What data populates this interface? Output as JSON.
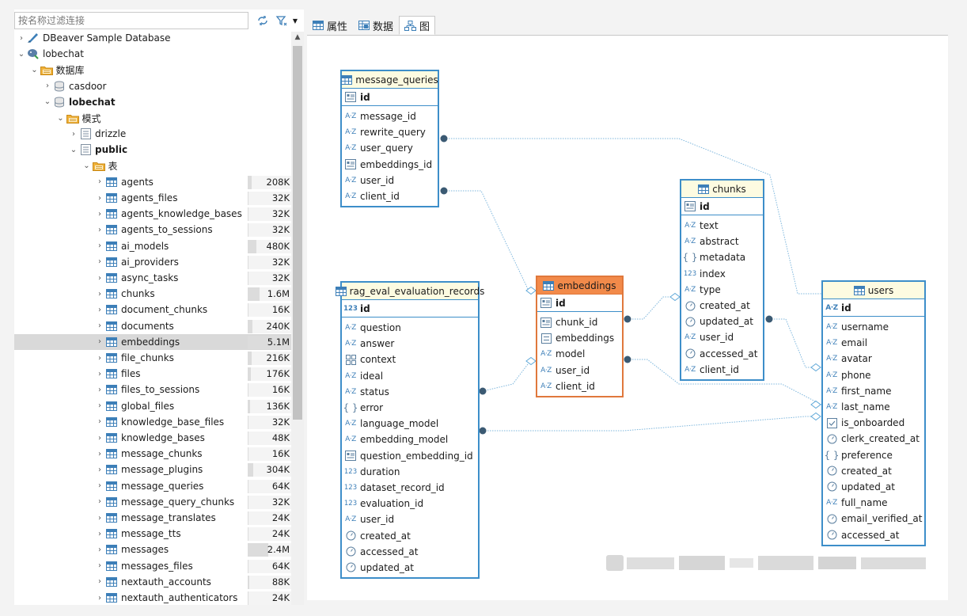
{
  "navigator": {
    "filter_placeholder": "按名称过滤连接",
    "tree": [
      {
        "depth": 0,
        "label": "DBeaver Sample Database",
        "icon": "dbeaver-sample-icon",
        "expanded": false,
        "bold": false
      },
      {
        "depth": 0,
        "label": "lobechat",
        "icon": "postgres-connection-icon",
        "expanded": true,
        "bold": false
      },
      {
        "depth": 1,
        "label": "数据库",
        "icon": "folder-icon",
        "expanded": true,
        "bold": false
      },
      {
        "depth": 2,
        "label": "casdoor",
        "icon": "database-icon",
        "expanded": false,
        "bold": false
      },
      {
        "depth": 2,
        "label": "lobechat",
        "icon": "database-icon",
        "expanded": true,
        "bold": true
      },
      {
        "depth": 3,
        "label": "模式",
        "icon": "folder-icon",
        "expanded": true,
        "bold": false
      },
      {
        "depth": 4,
        "label": "drizzle",
        "icon": "schema-icon",
        "expanded": false,
        "bold": false
      },
      {
        "depth": 4,
        "label": "public",
        "icon": "schema-icon",
        "expanded": true,
        "bold": true
      },
      {
        "depth": 5,
        "label": "表",
        "icon": "folder-icon",
        "expanded": true,
        "bold": false
      }
    ],
    "tables": [
      {
        "name": "agents",
        "size": "208K",
        "fill": 0.09
      },
      {
        "name": "agents_files",
        "size": "32K",
        "fill": 0.014
      },
      {
        "name": "agents_knowledge_bases",
        "size": "32K",
        "fill": 0.014
      },
      {
        "name": "agents_to_sessions",
        "size": "32K",
        "fill": 0.014
      },
      {
        "name": "ai_models",
        "size": "480K",
        "fill": 0.2
      },
      {
        "name": "ai_providers",
        "size": "32K",
        "fill": 0.014
      },
      {
        "name": "async_tasks",
        "size": "32K",
        "fill": 0.014
      },
      {
        "name": "chunks",
        "size": "1.6M",
        "fill": 0.28
      },
      {
        "name": "document_chunks",
        "size": "16K",
        "fill": 0.007
      },
      {
        "name": "documents",
        "size": "240K",
        "fill": 0.1
      },
      {
        "name": "embeddings",
        "size": "5.1M",
        "fill": 1.0,
        "selected": true
      },
      {
        "name": "file_chunks",
        "size": "216K",
        "fill": 0.09
      },
      {
        "name": "files",
        "size": "176K",
        "fill": 0.075
      },
      {
        "name": "files_to_sessions",
        "size": "16K",
        "fill": 0.007
      },
      {
        "name": "global_files",
        "size": "136K",
        "fill": 0.06
      },
      {
        "name": "knowledge_base_files",
        "size": "32K",
        "fill": 0.014
      },
      {
        "name": "knowledge_bases",
        "size": "48K",
        "fill": 0.02
      },
      {
        "name": "message_chunks",
        "size": "16K",
        "fill": 0.007
      },
      {
        "name": "message_plugins",
        "size": "304K",
        "fill": 0.13
      },
      {
        "name": "message_queries",
        "size": "64K",
        "fill": 0.027
      },
      {
        "name": "message_query_chunks",
        "size": "32K",
        "fill": 0.014
      },
      {
        "name": "message_translates",
        "size": "24K",
        "fill": 0.01
      },
      {
        "name": "message_tts",
        "size": "24K",
        "fill": 0.01
      },
      {
        "name": "messages",
        "size": "2.4M",
        "fill": 0.47
      },
      {
        "name": "messages_files",
        "size": "64K",
        "fill": 0.027
      },
      {
        "name": "nextauth_accounts",
        "size": "88K",
        "fill": 0.037
      },
      {
        "name": "nextauth_authenticators",
        "size": "24K",
        "fill": 0.01
      }
    ]
  },
  "editor": {
    "tabs": [
      {
        "label": "属性",
        "icon": "table-icon",
        "active": false
      },
      {
        "label": "数据",
        "icon": "data-grid-icon",
        "active": false
      },
      {
        "label": "图",
        "icon": "diagram-icon",
        "active": true
      }
    ]
  },
  "diagram": {
    "entities": [
      {
        "name": "message_queries",
        "pk": "id",
        "pk_type": "pk",
        "columns": [
          [
            "message_id",
            "text"
          ],
          [
            "rewrite_query",
            "text"
          ],
          [
            "user_query",
            "text"
          ],
          [
            "embeddings_id",
            "pk"
          ],
          [
            "user_id",
            "text"
          ],
          [
            "client_id",
            "text"
          ]
        ]
      },
      {
        "name": "rag_eval_evaluation_records",
        "pk": "id",
        "pk_type": "num",
        "columns": [
          [
            "question",
            "text"
          ],
          [
            "answer",
            "text"
          ],
          [
            "context",
            "array"
          ],
          [
            "ideal",
            "text"
          ],
          [
            "status",
            "text"
          ],
          [
            "error",
            "json"
          ],
          [
            "language_model",
            "text"
          ],
          [
            "embedding_model",
            "text"
          ],
          [
            "question_embedding_id",
            "pk"
          ],
          [
            "duration",
            "num"
          ],
          [
            "dataset_record_id",
            "num"
          ],
          [
            "evaluation_id",
            "num"
          ],
          [
            "user_id",
            "text"
          ],
          [
            "created_at",
            "time"
          ],
          [
            "accessed_at",
            "time"
          ],
          [
            "updated_at",
            "time"
          ]
        ]
      },
      {
        "name": "embeddings",
        "pk": "id",
        "pk_type": "pk",
        "highlight": true,
        "columns": [
          [
            "chunk_id",
            "pk"
          ],
          [
            "embeddings",
            "vector"
          ],
          [
            "model",
            "text"
          ],
          [
            "user_id",
            "text"
          ],
          [
            "client_id",
            "text"
          ]
        ]
      },
      {
        "name": "chunks",
        "pk": "id",
        "pk_type": "pk",
        "columns": [
          [
            "text",
            "text"
          ],
          [
            "abstract",
            "text"
          ],
          [
            "metadata",
            "json"
          ],
          [
            "index",
            "num"
          ],
          [
            "type",
            "text"
          ],
          [
            "created_at",
            "time"
          ],
          [
            "updated_at",
            "time"
          ],
          [
            "user_id",
            "text"
          ],
          [
            "accessed_at",
            "time"
          ],
          [
            "client_id",
            "text"
          ]
        ]
      },
      {
        "name": "users",
        "pk": "id",
        "pk_type": "text",
        "columns": [
          [
            "username",
            "text"
          ],
          [
            "email",
            "text"
          ],
          [
            "avatar",
            "text"
          ],
          [
            "phone",
            "text"
          ],
          [
            "first_name",
            "text"
          ],
          [
            "last_name",
            "text"
          ],
          [
            "is_onboarded",
            "bool"
          ],
          [
            "clerk_created_at",
            "time"
          ],
          [
            "preference",
            "json"
          ],
          [
            "created_at",
            "time"
          ],
          [
            "updated_at",
            "time"
          ],
          [
            "full_name",
            "text"
          ],
          [
            "email_verified_at",
            "time"
          ],
          [
            "accessed_at",
            "time"
          ]
        ]
      }
    ]
  }
}
